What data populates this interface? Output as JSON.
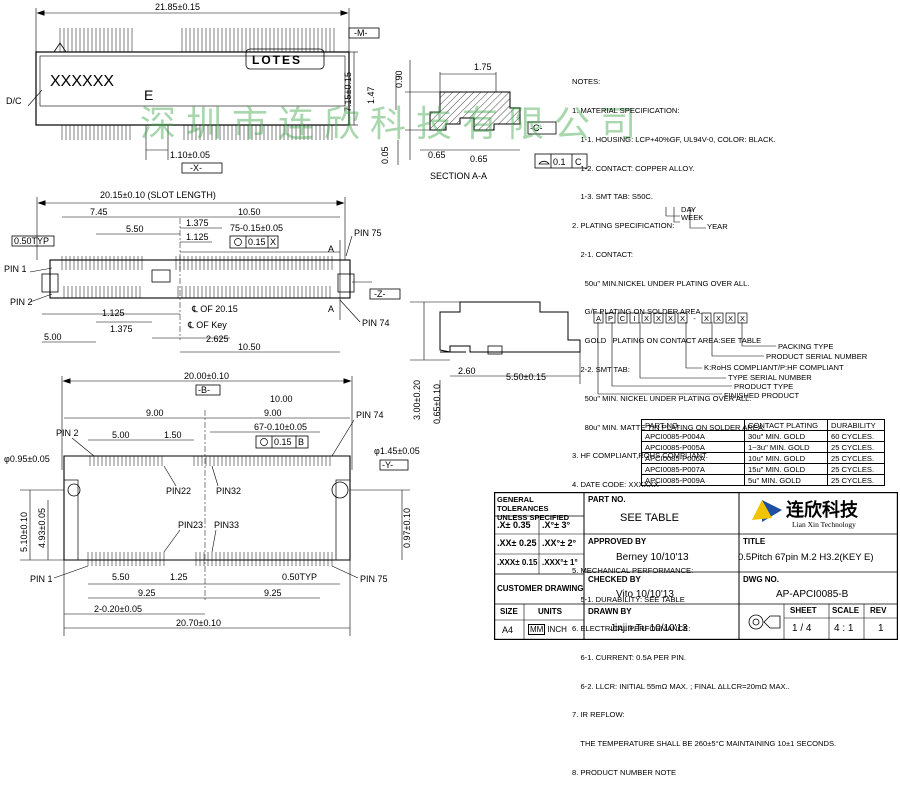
{
  "top_view": {
    "width_dim": "21.85±0.15",
    "height_dim": "7.15±0.15",
    "brand": "LOTES",
    "marking": "XXXXXX",
    "letter_e": "E",
    "dc_label": "D/C",
    "pitch_dim": "1.10±0.05",
    "datum_m": "-M-",
    "datum_x": "-X-"
  },
  "section": {
    "dim_175": "1.75",
    "dim_090": "0.90",
    "dim_147": "1.47",
    "dim_005": "0.05",
    "dim_065a": "0.65",
    "dim_065b": "0.65",
    "datum_c": "-C-",
    "flatness": "0.1",
    "flatness_ref": "C",
    "title": "SECTION A-A"
  },
  "footprint": {
    "slot_length": "20.15±0.10 (SLOT LENGTH)",
    "d745": "7.45",
    "d1050": "10.50",
    "d550": "5.50",
    "d1375a": "1.375",
    "d1125a": "1.125",
    "d75": "75-0.15±0.05",
    "tol1": "0.15",
    "tol1_ref": "X",
    "d050typ": "0.50TYP",
    "pin1": "PIN 1",
    "pin2": "PIN 2",
    "pin75": "PIN 75",
    "pin74": "PIN 74",
    "cl_label": "℄ OF 20.15",
    "cl_key": "℄ OF Key",
    "d1125b": "1.125",
    "d1375b": "1.375",
    "d2625": "2.625",
    "d500": "5.00",
    "d1050b": "10.50",
    "datum_z": "-Z-",
    "section_a": "A"
  },
  "side_view": {
    "d300": "3.00±0.20",
    "d065": "0.65±0.10",
    "d260": "2.60",
    "d550": "5.50±0.15"
  },
  "bottom_view": {
    "d2000": "20.00±0.10",
    "datum_b": "-B-",
    "d900a": "9.00",
    "d900b": "9.00",
    "d500": "5.00",
    "d150": "1.50",
    "d67": "67-0.10±0.05",
    "tol": "0.15",
    "tol_ref": "B",
    "d1000": "10.00",
    "pin2": "PIN 2",
    "pin74": "PIN 74",
    "pin22": "PIN22",
    "pin32": "PIN32",
    "pin23": "PIN23",
    "pin33": "PIN33",
    "pin1": "PIN 1",
    "pin75": "PIN 75",
    "hole_left": "φ0.95±0.05",
    "hole_right": "φ1.45±0.05",
    "datum_y": "-Y-",
    "d510": "5.10±0.10",
    "d493": "4.93±0.05",
    "d097": "0.97±0.10",
    "d550": "5.50",
    "d125": "1.25",
    "d050typ": "0.50TYP",
    "d925a": "9.25",
    "d925b": "9.25",
    "d2": "2-0.20±0.05",
    "d2070": "20.70±0.10"
  },
  "notes": [
    "NOTES:",
    "1. MATERIAL SPECIFICATION:",
    "    1-1. HOUSING: LCP+40%GF, UL94V-0, COLOR: BLACK.",
    "    1-2. CONTACT: COPPER ALLOY.",
    "    1-3. SMT TAB: S50C.",
    "2. PLATING SPECIFICATION:",
    "    2-1. CONTACT:",
    "      50u\" MIN.NICKEL UNDER PLATING OVER ALL.",
    "      G/F PLATING ON SOLDER AREA.",
    "      GOLD   PLATING ON CONTACT AREA:SEE TABLE",
    "    2-2. SMT TAB:",
    "      50u\" MIN. NICKEL UNDER PLATING OVER ALL.",
    "      80u\" MIN. MATTE TIN PLATING ON SOLDER AREA.",
    "3. HF COMPLIANT,ROHS COMPLIANT.",
    "4. DATE CODE: XXXXXX",
    "",
    "",
    "",
    "5. MECHANICAL PERFORMANCE:",
    "    5-1. DURABILITY: SEE TABLE",
    "6. ELECTRICAL PERFORMANCE:",
    "    6-1. CURRENT: 0.5A PER PIN.",
    "    6-2. LLCR: INITIAL 55mΩ MAX. ; FINAL ΔLLCR=20mΩ MAX..",
    "7. IR REFLOW:",
    "    THE TEMPERATURE SHALL BE 260±5°C MAINTAINING 10±1 SECONDS.",
    "8. PRODUCT NUMBER NOTE"
  ],
  "date_code_parts": [
    "DAY",
    "WEEK",
    "YEAR"
  ],
  "product_number_boxes": [
    "A",
    "P",
    "C",
    "I",
    "X",
    "X",
    "X",
    "X",
    "-",
    "X",
    "X",
    "X",
    "X"
  ],
  "product_number_legend": [
    "PACKING TYPE",
    "PRODUCT SERIAL NUMBER",
    "K:RoHS COMPLIANT/P:HF COMPLIANT",
    "TYPE SERIAL NUMBER",
    "PRODUCT TYPE",
    "FINISHED PRODUCT"
  ],
  "part_table": {
    "headers": [
      "PART NO.",
      "CONTACT PLATING",
      "DURABILITY"
    ],
    "rows": [
      [
        "APCI0085-P004A",
        "30u\" MIN. GOLD",
        "60 CYCLES."
      ],
      [
        "APCI0085-P005A",
        "1~3u\" MIN. GOLD",
        "25 CYCLES."
      ],
      [
        "APCI0085-P006A",
        "10u\" MIN. GOLD",
        "25 CYCLES."
      ],
      [
        "APCI0085-P007A",
        "15u\" MIN. GOLD",
        "25 CYCLES."
      ],
      [
        "APCI0085-P009A",
        "5u\" MIN. GOLD",
        "25 CYCLES."
      ]
    ]
  },
  "title_block": {
    "gen_tol": "GENERAL TOLERANCES UNLESS SPECIFIED",
    "tol1": ".X± 0.35",
    "ang1": ".X°± 3°",
    "tol2": ".XX± 0.25",
    "ang2": ".XX°± 2°",
    "tol3": ".XXX± 0.15",
    "ang3": ".XXX°± 1°",
    "customer_drawing": "CUSTOMER DRAWING",
    "part_no_label": "PART NO.",
    "part_no": "SEE TABLE",
    "approved_label": "APPROVED BY",
    "approved": "Berney  10/10'13",
    "checked_label": "CHECKED BY",
    "checked": "Vito  10/10'13",
    "drawn_label": "DRAWN BY",
    "drawn": "Jinjin.Tu  10/10'13",
    "company_cn": "连欣科技",
    "company_en": "Lian Xin Technology",
    "title_label": "TITLE",
    "title": "0.5Pitch 67pin M.2 H3.2(KEY E)",
    "dwg_label": "DWG NO.",
    "dwg": "AP-APCI0085-B",
    "sheet_label": "SHEET",
    "sheet": "1 / 4",
    "scale_label": "SCALE",
    "scale": "4 : 1",
    "rev_label": "REV",
    "rev": "1",
    "size_label": "SIZE",
    "size": "A4",
    "units_label": "UNITS",
    "units": "MM",
    "units_alt": "INCH"
  },
  "watermark": "深圳市连欣科技有限公司",
  "colors": {
    "line": "#000000",
    "watermark": "#3da64a",
    "logo_blue": "#1e4fa3",
    "logo_yellow": "#f2c400"
  }
}
